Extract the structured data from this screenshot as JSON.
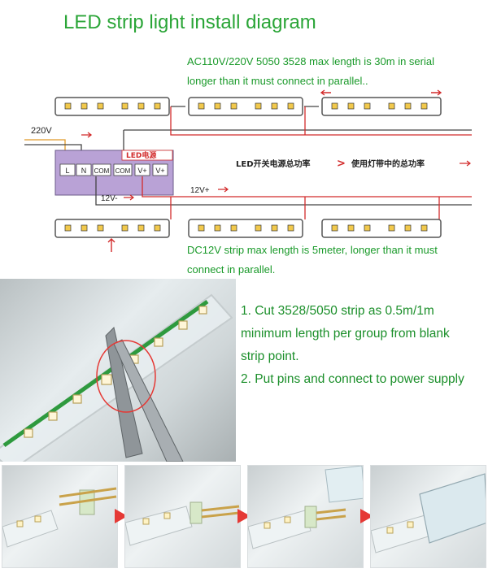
{
  "title": "LED strip light install diagram",
  "notes": {
    "ac_line1": "AC110V/220V 5050  3528 max length is 30m in serial",
    "ac_line2": "longer than it must connect in parallel..",
    "dc_line1": "DC12V strip max length is 5meter, longer than it must",
    "dc_line2": "connect in parallel."
  },
  "wiring": {
    "input_voltage": "220V",
    "output_plus": "12V+",
    "output_minus": "12V-",
    "power_label": "LED电源",
    "terminals": [
      "L",
      "N",
      "COM",
      "COM",
      "V+",
      "V+"
    ],
    "rule_text": "LED开关电源总功率",
    "rule_symbol": ">",
    "rule_text2": "使用灯带中的总功率",
    "colors": {
      "red": "#d22b2b",
      "dark": "#444444",
      "orange": "#e09a2a",
      "psu": "#b9a2d6",
      "accent": "#e53935"
    }
  },
  "instructions": {
    "line1": "1. Cut 3528/5050 strip as 0.5m/1m",
    "line2": "minimum length per group from blank",
    "line3": " strip point.",
    "line4": "2. Put pins and connect to power supply"
  },
  "photos": [
    "strip-cut-photo",
    "connector-step-1",
    "connector-step-2",
    "connector-step-3",
    "connector-step-4"
  ]
}
